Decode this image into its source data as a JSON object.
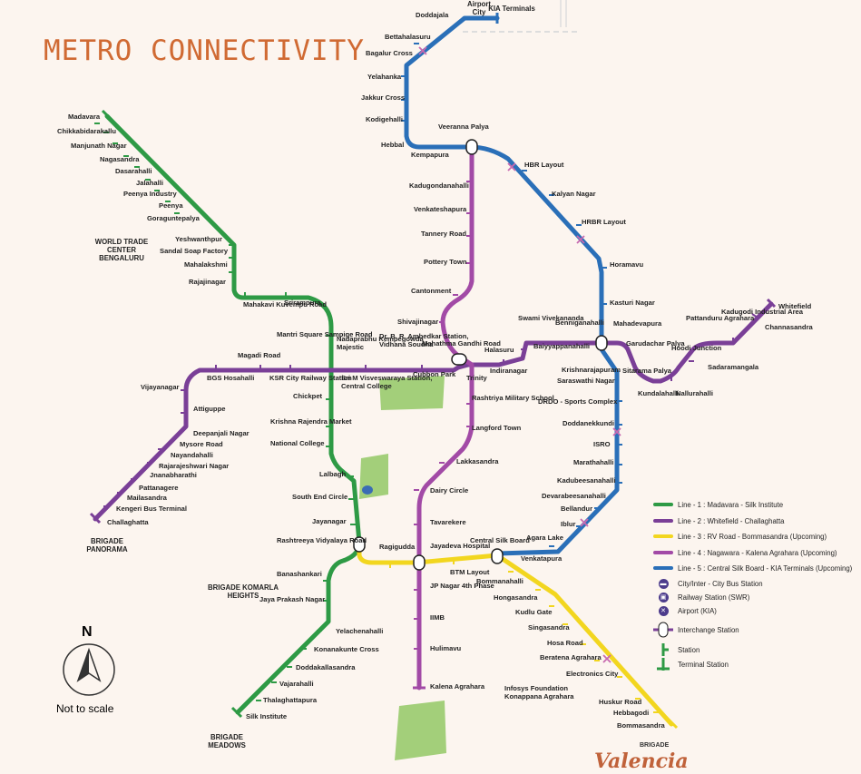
{
  "title": "METRO CONNECTIVITY",
  "colors": {
    "background": "#fcf5ef",
    "line1": "#2e9a45",
    "line2": "#7a3f97",
    "line3": "#f2d61f",
    "line4": "#a24aa6",
    "line5": "#2a6fb8",
    "park": "#a3cf7a",
    "icon": "#4d3c8c"
  },
  "legend": {
    "line1": "Line - 1 : Madavara - Silk Institute",
    "line2": "Line - 2 : Whitefield - Challaghatta",
    "line3": "Line - 3 : RV Road - Bommasandra (Upcoming)",
    "line4": "Line - 4 : Nagawara - Kalena Agrahara (Upcoming)",
    "line5": "Line - 5 : Central Silk Board - KIA Terminals (Upcoming)",
    "bus": "City/Inter - City Bus Station",
    "rail": "Railway Station (SWR)",
    "airport": "Airport (KIA)",
    "interchange": "Interchange Station",
    "station": "Station",
    "terminal": "Terminal Station"
  },
  "compass": {
    "north": "N",
    "note": "Not to scale"
  },
  "brand": {
    "valencia_top": "BRIGADE",
    "valencia": "Valencia"
  },
  "landmarks": [
    "WORLD TRADE CENTER BENGALURU",
    "BRIGADE PANORAMA",
    "BRIGADE KOMARLA HEIGHTS",
    "BRIGADE MEADOWS",
    "Airport City",
    "KIA Terminals"
  ],
  "stations": [
    "Madavara",
    "Chikkabidarakallu",
    "Manjunath Nagar",
    "Nagasandra",
    "Dasarahalli",
    "Jalahalli",
    "Peenya Industry",
    "Peenya",
    "Goraguntepalya",
    "Yeshwanthpur",
    "Sandal Soap Factory",
    "Mahalakshmi",
    "Rajajinagar",
    "Mahakavi Kuvempu Road",
    "Srirampura",
    "Mantri Square Sampige Road",
    "Nadaprabhu Kempegowda Majestic",
    "Chickpet",
    "Krishna Rajendra Market",
    "National College",
    "Lalbagh",
    "South End Circle",
    "Jayanagar",
    "Rashtreeya Vidyalaya Road",
    "Banashankari",
    "Jaya Prakash Nagar",
    "Yelachenahalli",
    "Konanakunte Cross",
    "Doddakallasandra",
    "Vajarahalli",
    "Thalaghattapura",
    "Silk Institute",
    "Whitefield",
    "Channasandra",
    "Kadugodi Industrial Area",
    "Pattanduru Agrahara",
    "Sadaramangala",
    "Hoodi Junction",
    "Nallurahalli",
    "Kundalahalli",
    "Sitarama Palya",
    "Garudachar Palya",
    "Mahadevapura",
    "Benniganahalli",
    "Swami Vivekananda",
    "Krishnarajapuram",
    "Baiyyappanahalli",
    "Indiranagar",
    "Halasuru",
    "Trinity",
    "Mahathma Gandhi Road",
    "Cubbon Park",
    "Dr. B. R. Ambedkar Station, Vidhana Soudha",
    "Sri M Visveswaraya Station, Central College",
    "KSR City Railway Station",
    "Magadi Road",
    "BGS Hosahalli",
    "Vijayanagar",
    "Attiguppe",
    "Deepanjali Nagar",
    "Mysore Road",
    "Nayandahalli",
    "Rajarajeshwari Nagar",
    "Jnanabharathi",
    "Pattanagere",
    "Mailasandra",
    "Kengeri Bus Terminal",
    "Challaghatta",
    "Ragigudda",
    "Jayadeva Hospital",
    "BTM Layout",
    "Central Silk Board",
    "Bommanahalli",
    "Hongasandra",
    "Kudlu Gate",
    "Singasandra",
    "Hosa Road",
    "Beratena Agrahara",
    "Electronics City",
    "Infosys Foundation Konappana Agrahara",
    "Huskur Road",
    "Hebbagodi",
    "Bommasandra",
    "Veeranna Palya",
    "Kempapura",
    "Kadugondanahalli",
    "Venkateshapura",
    "Tannery Road",
    "Pottery Town",
    "Cantonment",
    "Shivajinagar",
    "Rashtriya Military School",
    "Langford Town",
    "Lakkasandra",
    "Dairy Circle",
    "Tavarekere",
    "JP Nagar 4th Phase",
    "IIMB",
    "Hulimavu",
    "Kalena Agrahara",
    "Doddajala",
    "Bettahalasuru",
    "Bagalur Cross",
    "Yelahanka",
    "Jakkur Cross",
    "Kodigehalli",
    "Hebbal",
    "HBR Layout",
    "Kalyan Nagar",
    "HRBR Layout",
    "Horamavu",
    "Kasturi Nagar",
    "Saraswathi Nagar",
    "DRDO - Sports Complex",
    "Doddanekkundi",
    "ISRO",
    "Marathahalli",
    "Kadubeesanahalli",
    "Devarabeesanahalli",
    "Bellandur",
    "Iblur",
    "Agara Lake",
    "Venkatapura"
  ]
}
